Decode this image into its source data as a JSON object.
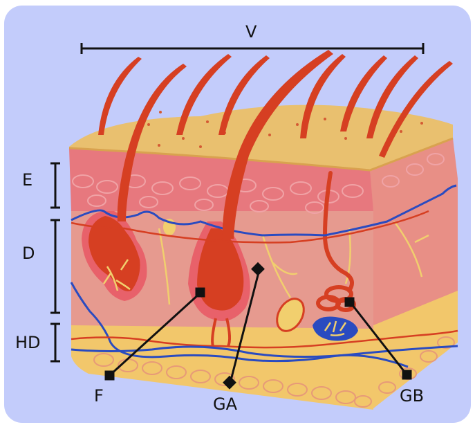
{
  "labels": {
    "top_span": "V",
    "epidermis": "E",
    "dermis": "D",
    "hypodermis": "HD",
    "follicle": "F",
    "gland_a": "GA",
    "gland_b": "GB"
  },
  "colors": {
    "background": "#c3ccfb",
    "skin_surface": "#e9c06f",
    "epidermis_band": "#e7787e",
    "dermis": "#e69a8f",
    "hair": "#d63f22",
    "vein": "#2a4bc0",
    "nerve": "#f1cf6e",
    "fat": "#f2c76b",
    "pointer": "#111111"
  }
}
